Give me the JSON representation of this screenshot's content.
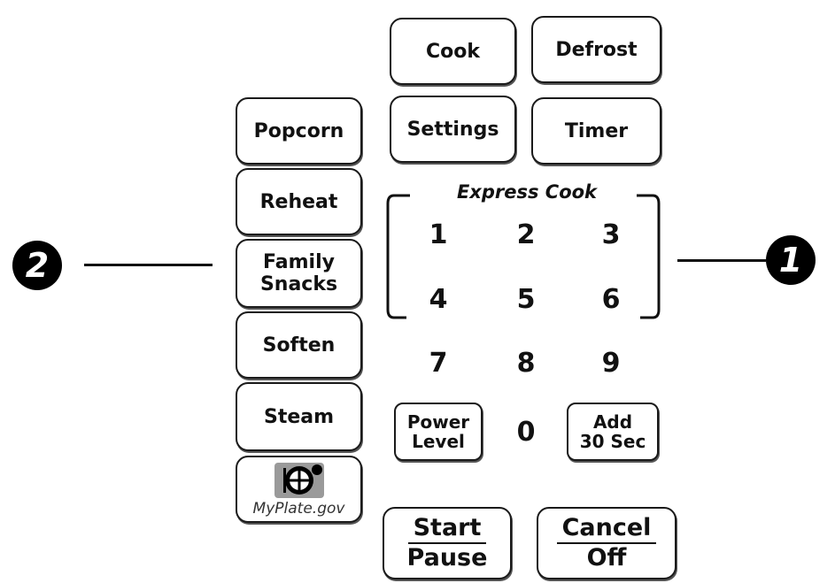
{
  "buttons": {
    "cook": "Cook",
    "defrost": "Defrost",
    "settings": "Settings",
    "timer": "Timer",
    "popcorn": "Popcorn",
    "reheat": "Reheat",
    "family_snacks_line1": "Family",
    "family_snacks_line2": "Snacks",
    "soften": "Soften",
    "steam": "Steam",
    "myplate": "MyPlate.gov",
    "power_level_line1": "Power",
    "power_level_line2": "Level",
    "add_30_line1": "Add",
    "add_30_line2": "30 Sec",
    "start_line1": "Start",
    "start_line2": "Pause",
    "cancel_line1": "Cancel",
    "cancel_line2": "Off"
  },
  "express_cook": {
    "label": "Express Cook",
    "keys": [
      "1",
      "2",
      "3",
      "4",
      "5",
      "6",
      "7",
      "8",
      "9",
      "0"
    ]
  },
  "callouts": {
    "left": "2",
    "right": "1"
  }
}
